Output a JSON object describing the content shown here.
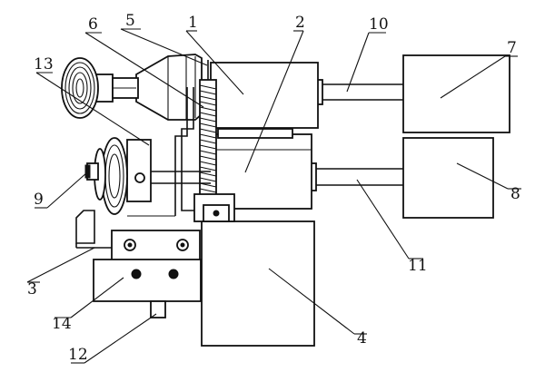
{
  "diagram": {
    "background": "#ffffff",
    "ink": "#111111",
    "labels": {
      "l1": "1",
      "l2": "2",
      "l3": "3",
      "l4": "4",
      "l5": "5",
      "l6": "6",
      "l7": "7",
      "l8": "8",
      "l9": "9",
      "l10": "10",
      "l11": "11",
      "l12": "12",
      "l13": "13",
      "l14": "14"
    }
  }
}
